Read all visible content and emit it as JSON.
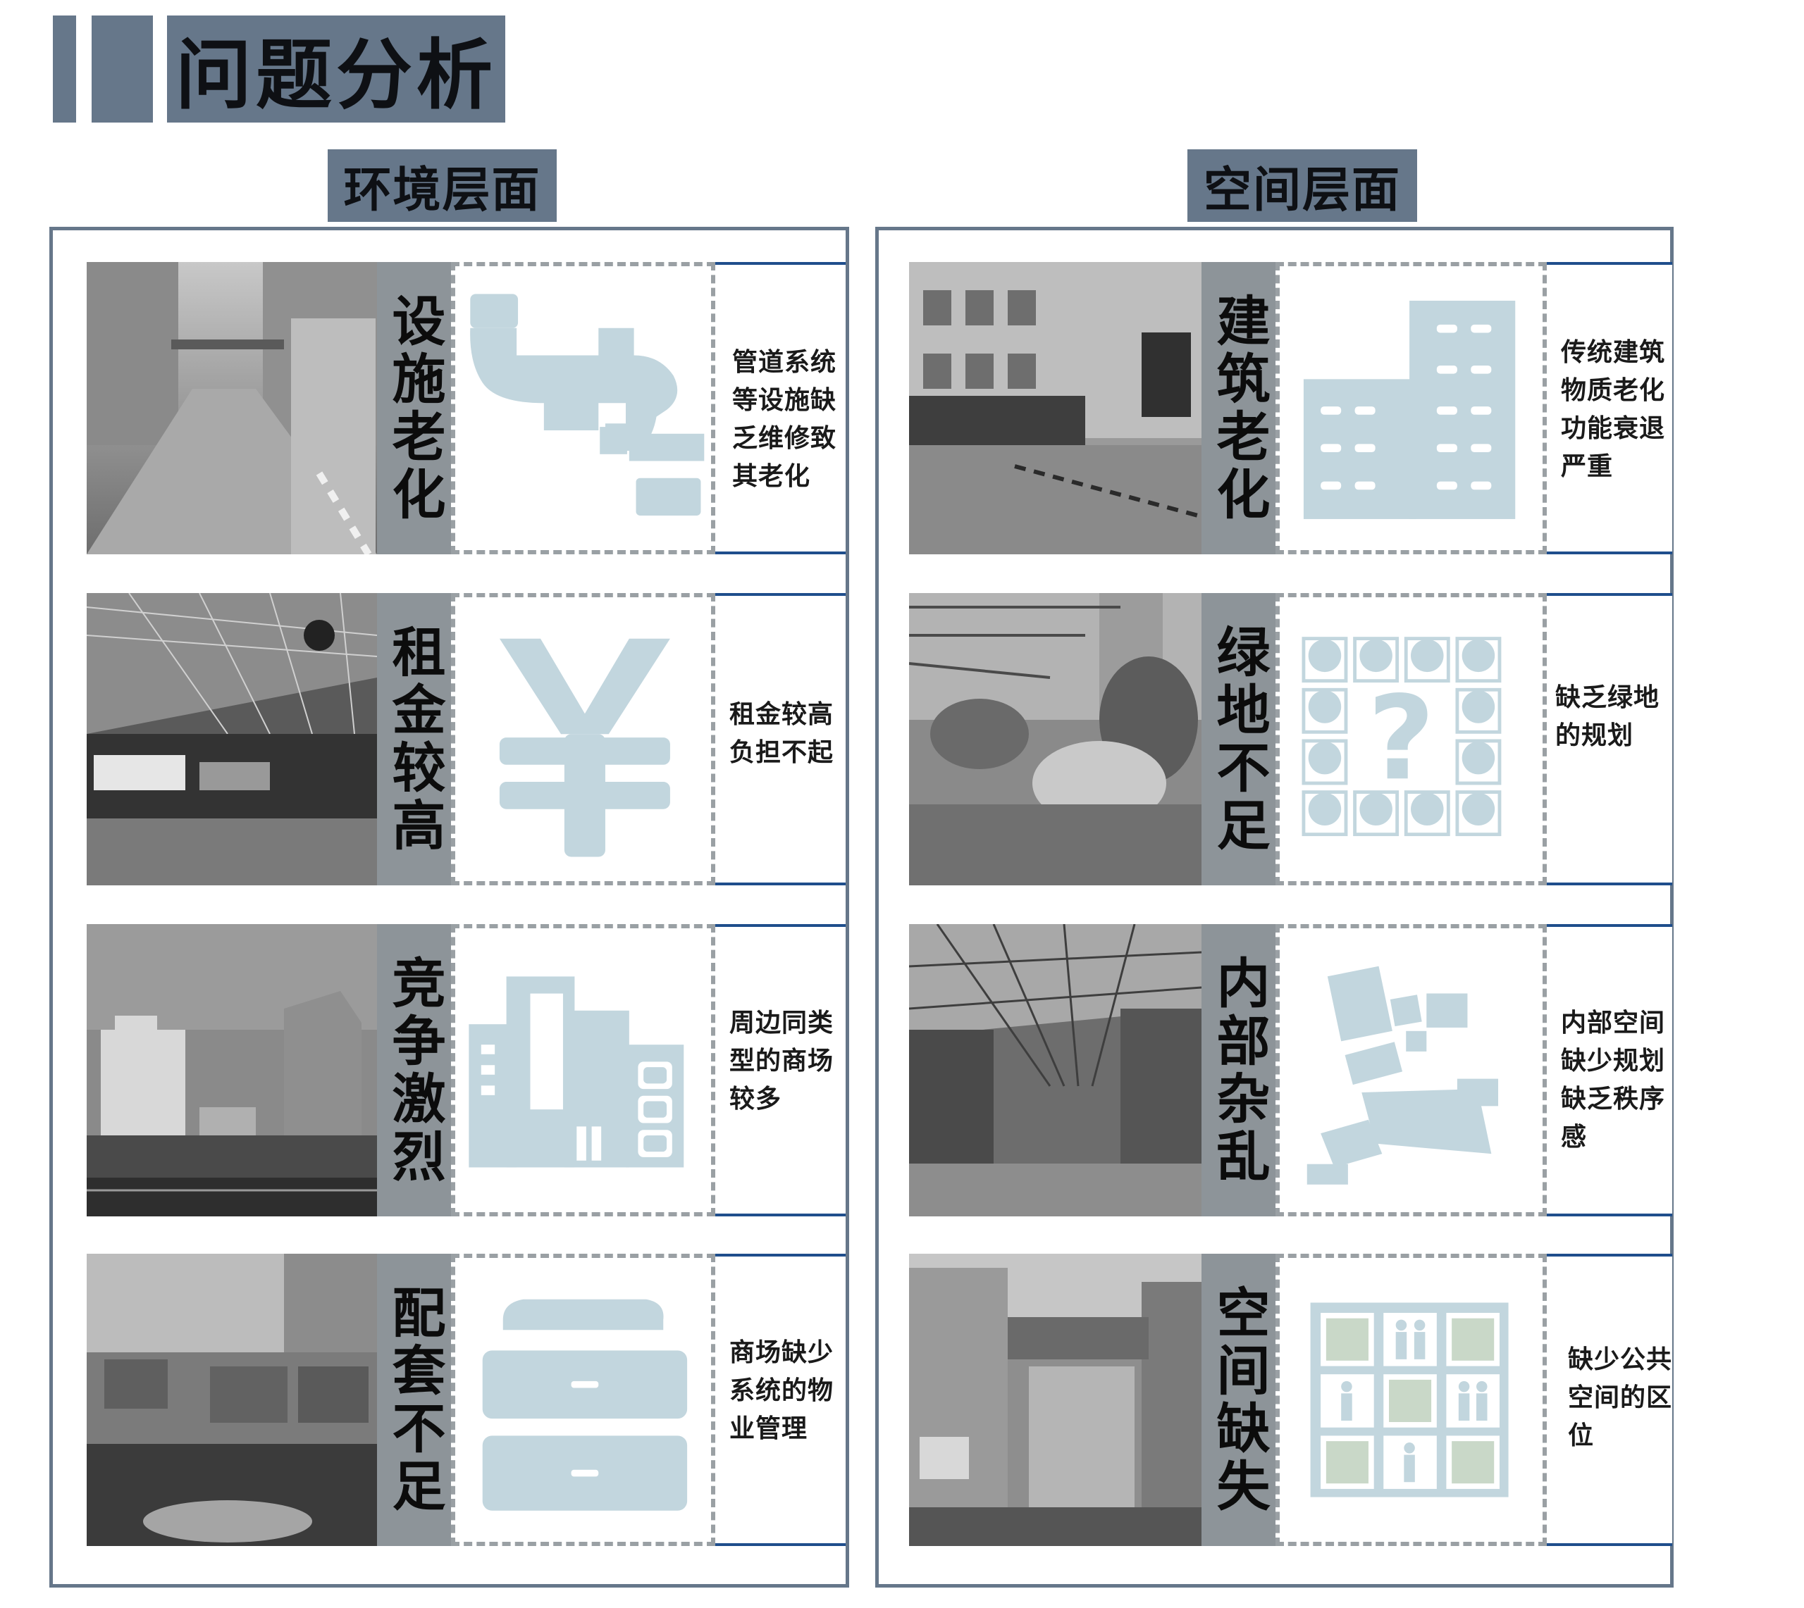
{
  "page_title": "问题分析",
  "colors": {
    "slate": "#66778a",
    "label_gray": "#8d9499",
    "icon_blue": "#c2d6de",
    "rule_blue": "#1f4e8c",
    "dash_gray": "#9aa0a4"
  },
  "sections": [
    {
      "title": "环境层面",
      "cards": [
        {
          "label": "设施老化",
          "icon": "pipe-icon",
          "desc": "管道系统\n等设施缺\n乏维修致\n其老化"
        },
        {
          "label": "租金较高",
          "icon": "yen-icon",
          "desc": "租金较高\n负担不起"
        },
        {
          "label": "竞争激烈",
          "icon": "buildings-icon",
          "desc": "周边同类\n型的商场\n较多"
        },
        {
          "label": "配套不足",
          "icon": "cabinet-icon",
          "desc": "商场缺少\n系统的物\n业管理"
        }
      ]
    },
    {
      "title": "空间层面",
      "cards": [
        {
          "label": "建筑老化",
          "icon": "old-building-icon",
          "desc": "传统建筑\n物质老化\n功能衰退\n严重"
        },
        {
          "label": "绿地不足",
          "icon": "trees-question-icon",
          "desc": "缺乏绿地\n的规划"
        },
        {
          "label": "内部杂乱",
          "icon": "scattered-blocks-icon",
          "desc": "内部空间\n缺少规划\n缺乏秩序\n感"
        },
        {
          "label": "空间缺失",
          "icon": "public-space-grid-icon",
          "desc": "缺少公共\n空间的区\n位"
        }
      ]
    }
  ]
}
